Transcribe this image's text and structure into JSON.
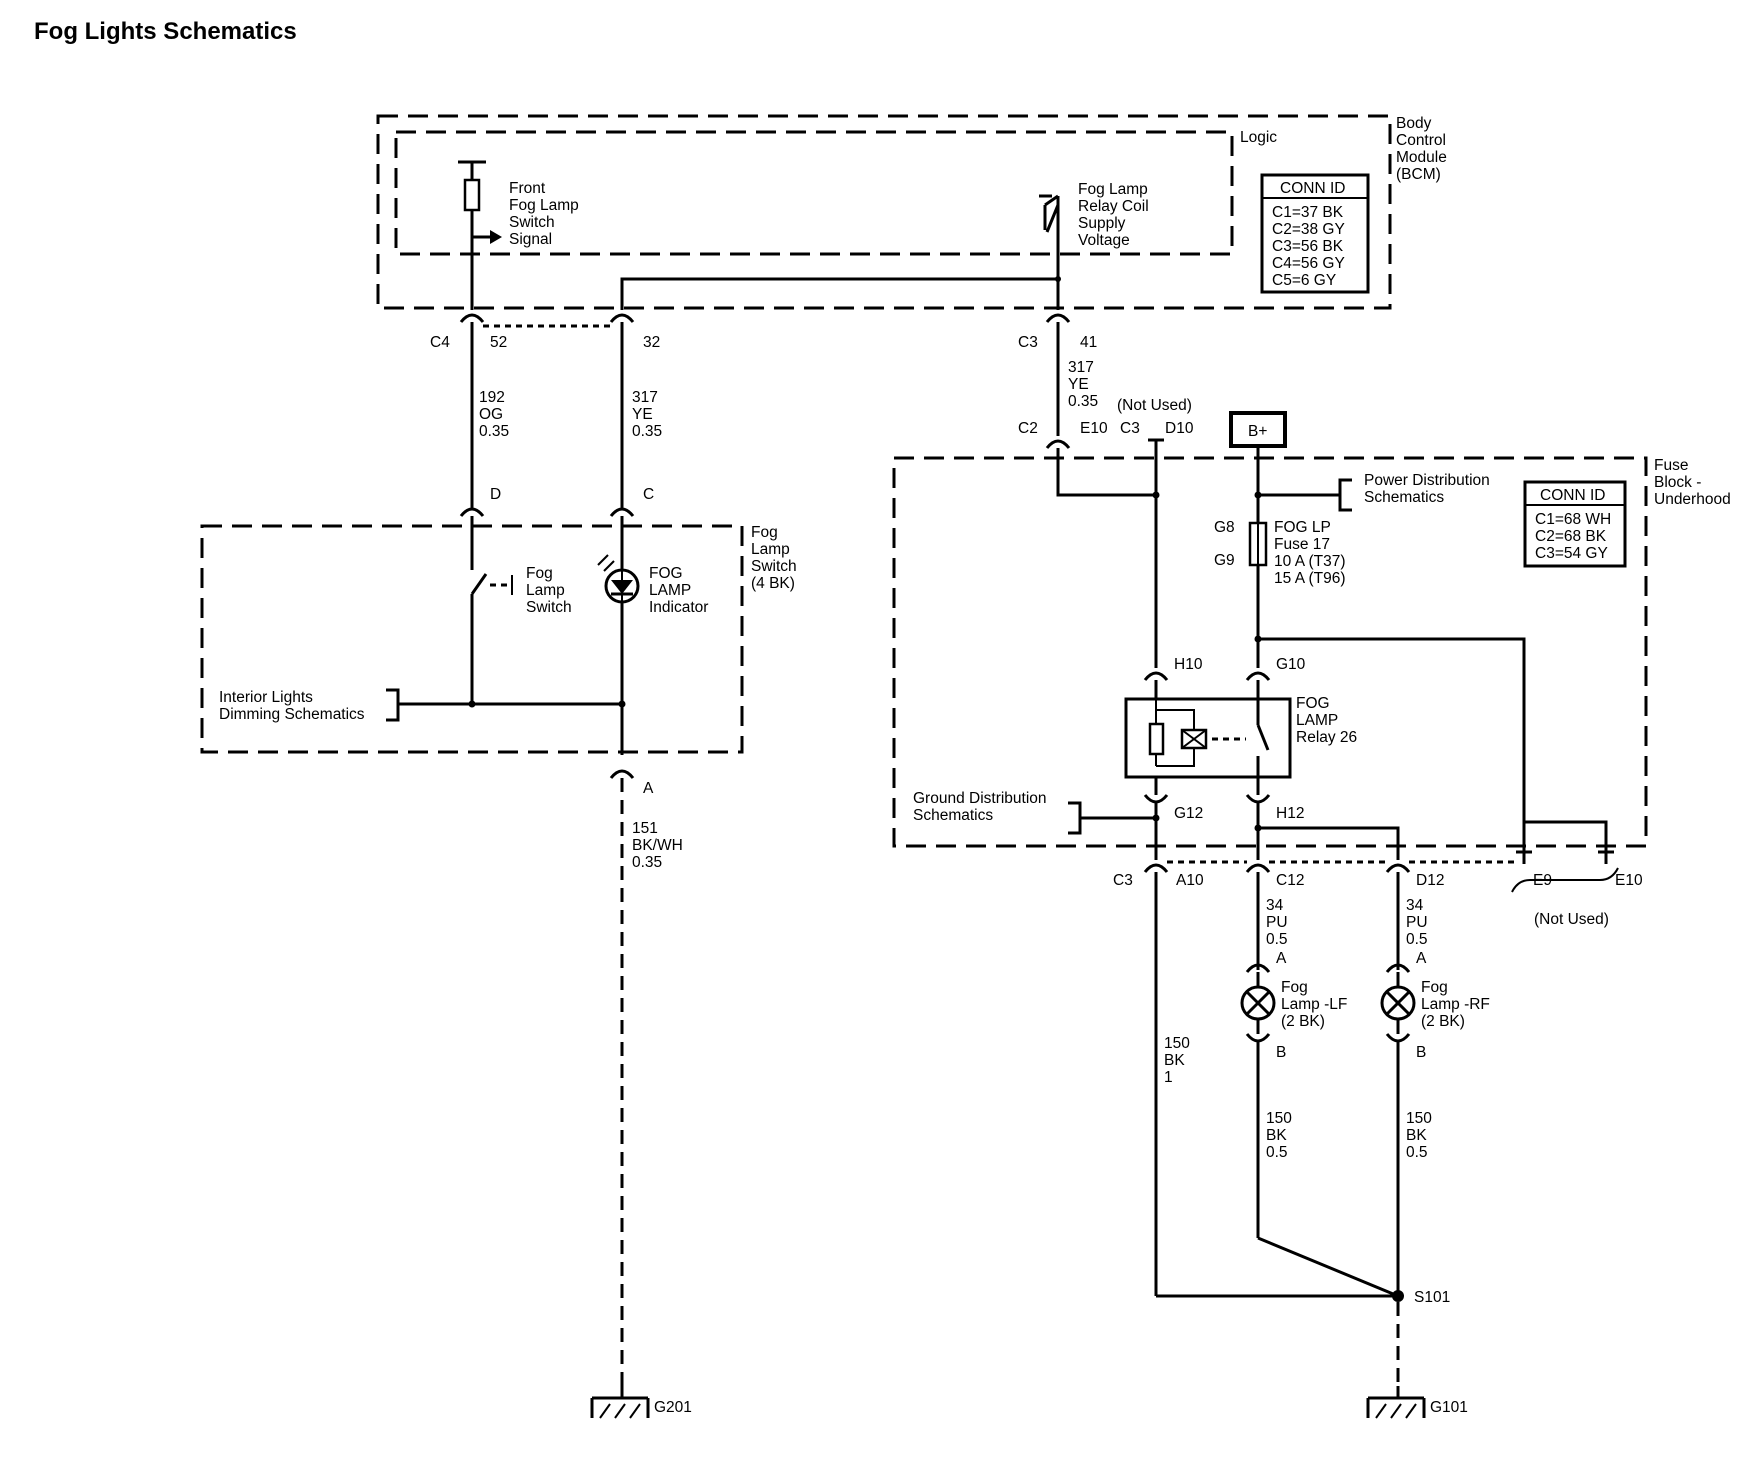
{
  "title": "Fog Lights Schematics",
  "labels": {
    "bcm_name": [
      "Body",
      "Control",
      "Module",
      "(BCM)"
    ],
    "logic": "Logic",
    "bcm_conn_header": "CONN ID",
    "bcm_conn": [
      "C1=37 BK",
      "C2=38 GY",
      "C3=56 BK",
      "C4=56 GY",
      "C5=6 GY"
    ],
    "front_switch_signal": [
      "Front",
      "Fog Lamp",
      "Switch",
      "Signal"
    ],
    "relay_coil_supply": [
      "Fog Lamp",
      "Relay Coil",
      "Supply",
      "Voltage"
    ],
    "c4": "C4",
    "c4_pin": "52",
    "pin32": "32",
    "c3": "C3",
    "c3_pin": "41",
    "wire_192": [
      "192",
      "OG",
      "0.35"
    ],
    "wire_317a": [
      "317",
      "YE",
      "0.35"
    ],
    "wire_317b": [
      "317",
      "YE",
      "0.35"
    ],
    "c2": "C2",
    "e10": "E10",
    "c3b": "C3",
    "d10": "D10",
    "not_used_top": "(Not Used)",
    "bplus": "B+",
    "pin_d": "D",
    "pin_c": "C",
    "fog_switch_module": [
      "Fog",
      "Lamp",
      "Switch",
      "(4 BK)"
    ],
    "fog_lamp_switch": [
      "Fog",
      "Lamp",
      "Switch"
    ],
    "fog_indicator": [
      "FOG",
      "LAMP",
      "Indicator"
    ],
    "interior_dimming": [
      "Interior Lights",
      "Dimming Schematics"
    ],
    "pin_a": "A",
    "wire_151": [
      "151",
      "BK/WH",
      "0.35"
    ],
    "g201": "G201",
    "power_dist": [
      "Power Distribution",
      "Schematics"
    ],
    "fuse_block": [
      "Fuse",
      "Block -",
      "Underhood"
    ],
    "fb_conn_header": "CONN ID",
    "fb_conn": [
      "C1=68 WH",
      "C2=68 BK",
      "C3=54 GY"
    ],
    "g8": "G8",
    "g9": "G9",
    "fuse": [
      "FOG LP",
      "Fuse 17",
      "10 A (T37)",
      "15 A (T96)"
    ],
    "h10": "H10",
    "g10": "G10",
    "relay": [
      "FOG",
      "LAMP",
      "Relay 26"
    ],
    "ground_dist": [
      "Ground Distribution",
      "Schematics"
    ],
    "g12": "G12",
    "h12": "H12",
    "c3c": "C3",
    "a10": "A10",
    "c12": "C12",
    "d12": "D12",
    "e9": "E9",
    "e10b": "E10",
    "not_used_bottom": "(Not Used)",
    "wire_34a": [
      "34",
      "PU",
      "0.5"
    ],
    "wire_34b": [
      "34",
      "PU",
      "0.5"
    ],
    "pin_a_lf": "A",
    "pin_a_rf": "A",
    "lamp_lf": [
      "Fog",
      "Lamp -LF",
      "(2 BK)"
    ],
    "lamp_rf": [
      "Fog",
      "Lamp -RF",
      "(2 BK)"
    ],
    "pin_b_lf": "B",
    "pin_b_rf": "B",
    "wire_150a": [
      "150",
      "BK",
      "1"
    ],
    "wire_150b": [
      "150",
      "BK",
      "0.5"
    ],
    "wire_150c": [
      "150",
      "BK",
      "0.5"
    ],
    "s101": "S101",
    "g101": "G101"
  }
}
